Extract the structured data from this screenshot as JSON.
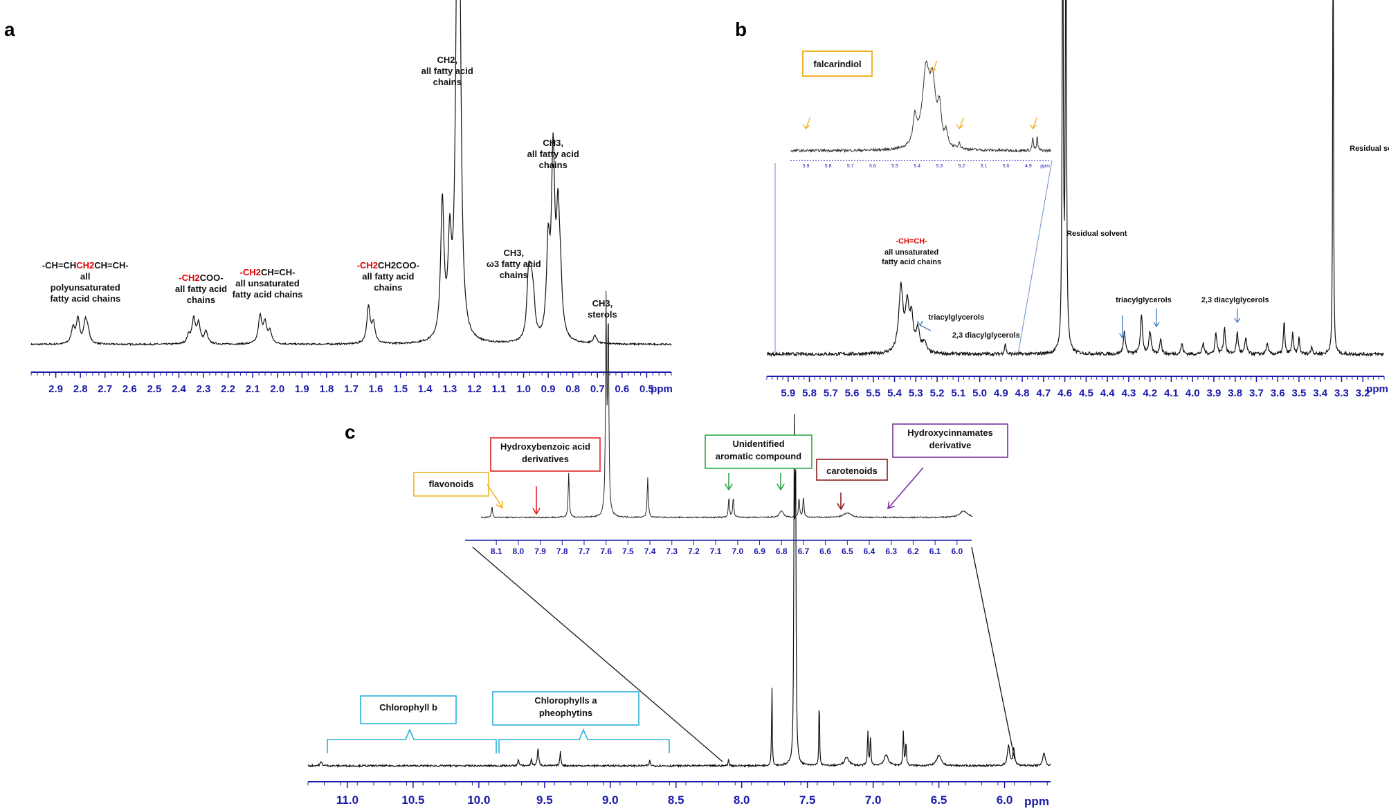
{
  "chart_data": [
    {
      "panel": "a",
      "type": "line",
      "x_unit": "ppm",
      "xlim": [
        3.0,
        0.4
      ],
      "ticks": [
        2.9,
        2.8,
        2.7,
        2.6,
        2.5,
        2.4,
        2.3,
        2.2,
        2.1,
        2.0,
        1.9,
        1.8,
        1.7,
        1.6,
        1.5,
        1.4,
        1.3,
        1.2,
        1.1,
        1.0,
        0.9,
        0.8,
        0.7,
        0.6,
        0.5
      ],
      "peaks": [
        {
          "x": 2.81,
          "h": 0.06
        },
        {
          "x": 2.78,
          "h": 0.05
        },
        {
          "x": 2.83,
          "h": 0.04
        },
        {
          "x": 2.77,
          "h": 0.03
        },
        {
          "x": 2.34,
          "h": 0.06
        },
        {
          "x": 2.32,
          "h": 0.05
        },
        {
          "x": 2.29,
          "h": 0.03
        },
        {
          "x": 2.36,
          "h": 0.02
        },
        {
          "x": 2.07,
          "h": 0.07
        },
        {
          "x": 2.05,
          "h": 0.05
        },
        {
          "x": 2.03,
          "h": 0.03
        },
        {
          "x": 1.63,
          "h": 0.09
        },
        {
          "x": 1.61,
          "h": 0.05
        },
        {
          "x": 1.33,
          "h": 0.34
        },
        {
          "x": 1.3,
          "h": 0.22
        },
        {
          "x": 1.27,
          "h": 0.8
        },
        {
          "x": 1.26,
          "h": 0.75
        },
        {
          "x": 0.98,
          "h": 0.14
        },
        {
          "x": 0.97,
          "h": 0.11
        },
        {
          "x": 0.96,
          "h": 0.08
        },
        {
          "x": 0.9,
          "h": 0.22
        },
        {
          "x": 0.88,
          "h": 0.45
        },
        {
          "x": 0.86,
          "h": 0.28
        },
        {
          "x": 0.85,
          "h": 0.1
        },
        {
          "x": 0.71,
          "h": 0.02
        }
      ],
      "annotations": [
        {
          "lines": [
            [
              "-CH=CH",
              ""
            ],
            [
              "CH2",
              "r"
            ],
            [
              "CH=CH-",
              ""
            ]
          ],
          "extra": [
            "all",
            "polyunsaturated",
            "fatty acid  chains"
          ],
          "x": 2.77
        },
        {
          "lines": [
            [
              "-CH2",
              "r"
            ],
            [
              "COO-",
              ""
            ]
          ],
          "extra": [
            "all fatty acid",
            "chains"
          ],
          "x": 2.31
        },
        {
          "lines": [
            [
              "-CH2",
              "r"
            ],
            [
              "CH=CH-",
              ""
            ]
          ],
          "extra": [
            "all unsaturated",
            "fatty acid  chains"
          ],
          "x": 2.04
        },
        {
          "lines": [
            [
              "-CH2",
              "r"
            ],
            [
              "CH2COO-",
              ""
            ]
          ],
          "extra": [
            "all fatty acid",
            "chains"
          ],
          "x": 1.58
        },
        {
          "lines": [
            [
              "CH2,",
              ""
            ]
          ],
          "extra": [
            "all fatty acid",
            "chains"
          ],
          "x": 1.31
        },
        {
          "lines": [
            [
              "CH3,",
              ""
            ]
          ],
          "extra": [
            "all fatty acid",
            "chains"
          ],
          "x": 0.88
        },
        {
          "lines": [
            [
              "CH3,",
              ""
            ]
          ],
          "extra": [
            "ω3 fatty acid",
            "chains"
          ],
          "x": 1.05
        },
        {
          "lines": [
            [
              "CH3,",
              ""
            ]
          ],
          "extra": [
            "sterols"
          ],
          "x": 0.68
        }
      ]
    },
    {
      "panel": "b",
      "type": "line",
      "x_unit": "ppm",
      "xlim": [
        6.0,
        3.1
      ],
      "ticks": [
        5.9,
        5.8,
        5.7,
        5.6,
        5.5,
        5.4,
        5.3,
        5.2,
        5.1,
        5.0,
        4.9,
        4.8,
        4.7,
        4.6,
        4.5,
        4.4,
        4.3,
        4.2,
        4.1,
        4.0,
        3.9,
        3.8,
        3.7,
        3.6,
        3.5,
        3.4,
        3.3,
        3.2
      ],
      "inset": {
        "label": "falcarindiol",
        "ticks": [
          5.9,
          5.8,
          5.7,
          5.6,
          5.5,
          5.4,
          5.3,
          5.2,
          5.1,
          5.0,
          4.9
        ],
        "arrows_ppm": [
          5.9,
          5.33,
          5.21,
          4.88
        ]
      },
      "annotations": {
        "double_bond": "-CH=CH-",
        "double_bond_sub": [
          "all unsaturated",
          "fatty acid  chains"
        ],
        "triacylglycerols": "triacylglycerols",
        "diacylglycerols": "2,3 diacylglycerols",
        "residual_solvent": "Residual solvent"
      }
    },
    {
      "panel": "c",
      "type": "line",
      "x_unit": "ppm",
      "xlim": [
        11.3,
        5.65
      ],
      "ticks": [
        11.0,
        10.5,
        10.0,
        9.5,
        9.0,
        8.5,
        8.0,
        7.5,
        7.0,
        6.5,
        6.0
      ],
      "inset_ticks": [
        8.1,
        8.0,
        7.9,
        7.8,
        7.7,
        7.6,
        7.5,
        7.4,
        7.3,
        7.2,
        7.1,
        7.0,
        6.9,
        6.8,
        6.7,
        6.6,
        6.5,
        6.4,
        6.3,
        6.2,
        6.1,
        6.0
      ],
      "labels": {
        "chlorophyll_b": "Chlorophyll b",
        "chlorophylls_a": [
          "Chlorophylls a",
          "pheophytins"
        ],
        "flavonoids": "flavonoids",
        "hydroxybenzoic": [
          "Hydroxybenzoic acid",
          "derivatives"
        ],
        "unidentified": [
          "Unidentified",
          "aromatic compound"
        ],
        "carotenoids": "carotenoids",
        "hydroxycinnamates": [
          "Hydroxycinnamates",
          "derivative"
        ]
      }
    }
  ],
  "panel_labels": {
    "a": "a",
    "b": "b",
    "c": "c"
  },
  "ppm_label": "ppm",
  "colors": {
    "axis": "#1a1aaa",
    "highlight": "#e00000",
    "flavonoids": "#f0b429",
    "hydroxybenzoic": "#e02020",
    "unidentified": "#2aa84a",
    "carotenoids": "#8b1a1a",
    "hydroxycinnamates": "#7a2fa0",
    "chlorophyll": "#2ab0d8",
    "arrow_blue": "#4a7fc0"
  }
}
